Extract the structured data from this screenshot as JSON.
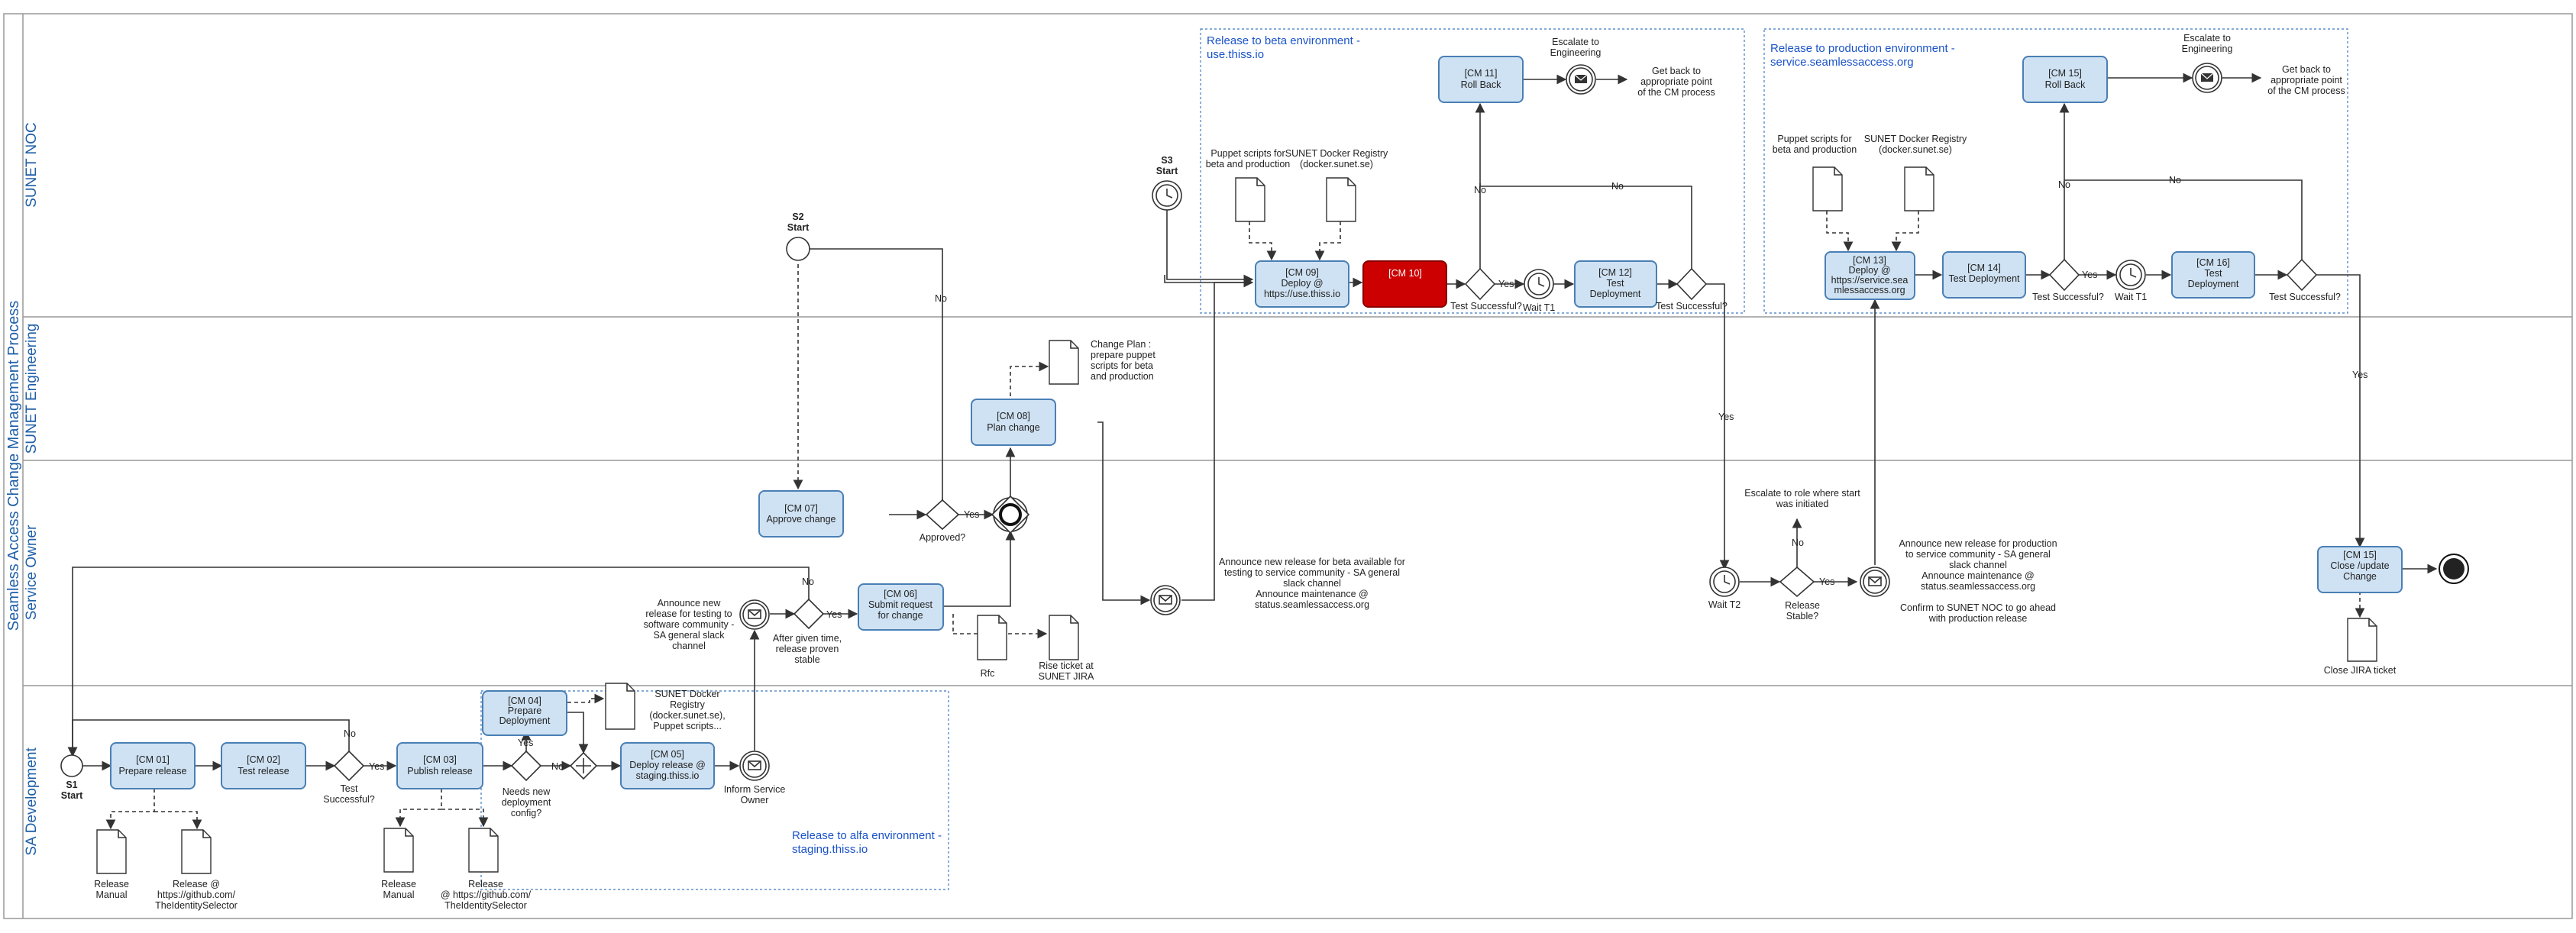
{
  "pool": {
    "title": "Seamless Access Change Management Process"
  },
  "lanes": [
    {
      "id": "noc",
      "title": "SUNET NOC"
    },
    {
      "id": "eng",
      "title": "SUNET Engineering"
    },
    {
      "id": "owner",
      "title": "Service Owner"
    },
    {
      "id": "dev",
      "title": "SA Development"
    }
  ],
  "groups": {
    "beta": {
      "l1": "Release to beta environment -",
      "l2": "use.thiss.io"
    },
    "prod": {
      "l1": "Release to production environment -",
      "l2": "service.seamlessaccess.org"
    },
    "alfa": {
      "l1": "Release to alfa environment -",
      "l2": "staging.thiss.io"
    }
  },
  "tasks": {
    "cm01": [
      "[CM 01]",
      "Prepare release"
    ],
    "cm02": [
      "[CM 02]",
      "Test release"
    ],
    "cm03": [
      "[CM 03]",
      "Publish release"
    ],
    "cm04": [
      "[CM 04]",
      "Prepare",
      "Deployment"
    ],
    "cm05": [
      "[CM 05]",
      "Deploy release @",
      "staging.thiss.io"
    ],
    "cm06": [
      "[CM 06]",
      "Submit request",
      "for change"
    ],
    "cm07": [
      "[CM 07]",
      "Approve change"
    ],
    "cm08": [
      "[CM 08]",
      "Plan change"
    ],
    "cm09": [
      "[CM 09]",
      "Deploy @",
      "https://use.thiss.io"
    ],
    "cm10": [
      "[CM 10]",
      ""
    ],
    "cm11": [
      "[CM 11]",
      "Roll Back"
    ],
    "cm12": [
      "[CM 12]",
      "Test",
      "Deployment"
    ],
    "cm13": [
      "[CM 13]",
      "Deploy @",
      "https://service.sea",
      "mlessaccess.org"
    ],
    "cm14": [
      "[CM 14]",
      "Test Deployment"
    ],
    "cm15a": [
      "[CM 15]",
      "Roll Back"
    ],
    "cm16": [
      "[CM 16]",
      "Test",
      "Deployment"
    ],
    "cm15b": [
      "[CM 15]",
      "Close /update",
      "Change"
    ]
  },
  "events": {
    "s1": [
      "S1",
      "Start"
    ],
    "s2": [
      "S2",
      "Start"
    ],
    "s3": [
      "S3",
      "Start"
    ],
    "waitT1a": "Wait T1",
    "waitT1b": "Wait T1",
    "waitT2": "Wait T2",
    "escalate1": [
      "Escalate to",
      "Engineering"
    ],
    "escalate2": [
      "Escalate to",
      "Engineering"
    ],
    "getback1": [
      "Get back to",
      "appropriate point",
      "of the CM process"
    ],
    "getback2": [
      "Get back to",
      "appropriate point",
      "of the CM process"
    ],
    "inform": [
      "Inform Service",
      "Owner"
    ],
    "escalateRole": [
      "Escalate to role where start",
      "was initiated"
    ]
  },
  "gateways": {
    "testSuccess1": [
      "Test",
      "Successful?"
    ],
    "needsConfig": [
      "Needs new",
      "deployment",
      "config?"
    ],
    "afterTime": [
      "After given time,",
      "release proven",
      "stable"
    ],
    "approved": "Approved?",
    "testSuccess2": "Test Successful?",
    "testSuccess3": "Test Successful?",
    "testSuccess4": "Test Successful?",
    "testSuccess5": "Test Successful?",
    "releaseStable": [
      "Release",
      "Stable?"
    ]
  },
  "edgeLabels": {
    "yes": "Yes",
    "no": "No"
  },
  "docs": {
    "relManual1": [
      "Release",
      "Manual"
    ],
    "relGithub1": [
      "Release @",
      "https://github.com/",
      "TheIdentitySelector"
    ],
    "relManual2": [
      "Release",
      "Manual"
    ],
    "relGithub2": [
      "Release",
      "@ https://github.com/",
      "TheIdentitySelector"
    ],
    "sunetReg": [
      "SUNET Docker",
      "Registry",
      "(docker.sunet.se),",
      "Puppet scripts..."
    ],
    "rfc": "Rfc",
    "jira": [
      "Rise ticket at",
      "SUNET JIRA"
    ],
    "changePlan": [
      "Change Plan :",
      "prepare puppet",
      "scripts for beta",
      "and production"
    ],
    "puppetBeta": [
      "Puppet scripts for",
      "beta and production"
    ],
    "regBeta": [
      "SUNET Docker Registry",
      "(docker.sunet.se)"
    ],
    "puppetProd": [
      "Puppet scripts for",
      "beta and production"
    ],
    "regProd": [
      "SUNET Docker Registry",
      "(docker.sunet.se)"
    ],
    "closeJira": "Close JIRA ticket"
  },
  "notes": {
    "announceAlfa": [
      "Announce new",
      "release for testing to",
      "software community -",
      "SA general slack",
      "channel"
    ],
    "announceBeta": [
      "Announce new release for beta available for",
      "testing to service community - SA general",
      "slack channel",
      "Announce maintenance @",
      "status.seamlessaccess.org"
    ],
    "announceProd": [
      "Announce new release for production",
      "to service community - SA general",
      "slack channel",
      "Announce maintenance @",
      "status.seamlessaccess.org",
      "",
      "Confirm to SUNET NOC to go ahead",
      "with production release"
    ]
  }
}
